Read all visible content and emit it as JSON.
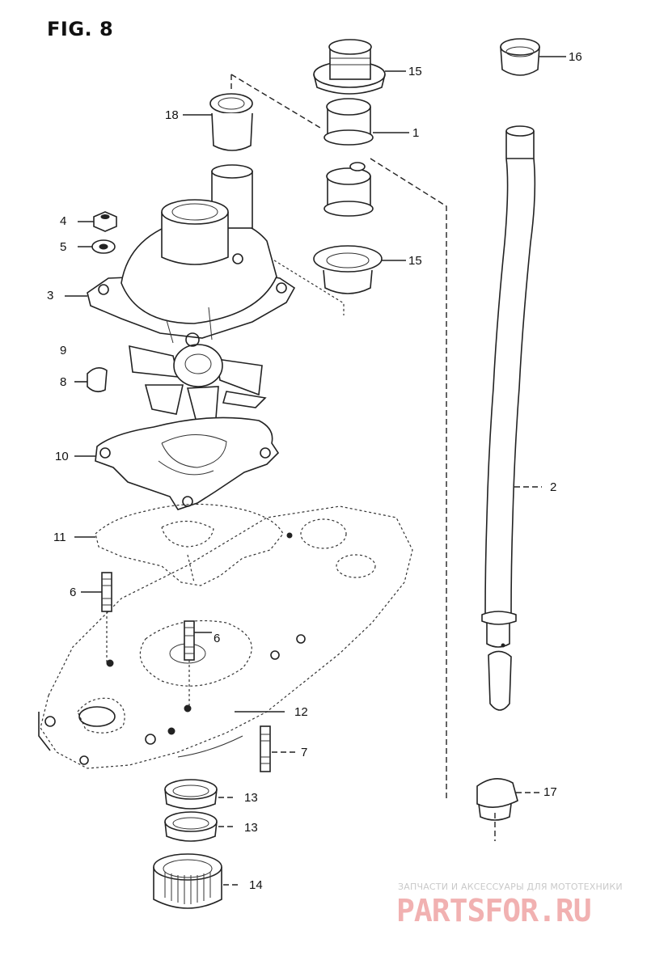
{
  "figure": {
    "title": "FIG. 8"
  },
  "callouts": [
    {
      "id": "15a",
      "text": "15"
    },
    {
      "id": "16",
      "text": "16"
    },
    {
      "id": "18",
      "text": "18"
    },
    {
      "id": "1",
      "text": "1"
    },
    {
      "id": "4",
      "text": "4"
    },
    {
      "id": "5",
      "text": "5"
    },
    {
      "id": "15b",
      "text": "15"
    },
    {
      "id": "3",
      "text": "3"
    },
    {
      "id": "9",
      "text": "9"
    },
    {
      "id": "8",
      "text": "8"
    },
    {
      "id": "10",
      "text": "10"
    },
    {
      "id": "2",
      "text": "2"
    },
    {
      "id": "11",
      "text": "11"
    },
    {
      "id": "6a",
      "text": "6"
    },
    {
      "id": "6b",
      "text": "6"
    },
    {
      "id": "12",
      "text": "12"
    },
    {
      "id": "7",
      "text": "7"
    },
    {
      "id": "13a",
      "text": "13"
    },
    {
      "id": "17",
      "text": "17"
    },
    {
      "id": "13b",
      "text": "13"
    },
    {
      "id": "14",
      "text": "14"
    }
  ],
  "watermark": {
    "tagline": "ЗАПЧАСТИ И АКСЕССУАРЫ ДЛЯ МОТОТЕХНИКИ",
    "logo": "PARTSFOR.RU"
  }
}
